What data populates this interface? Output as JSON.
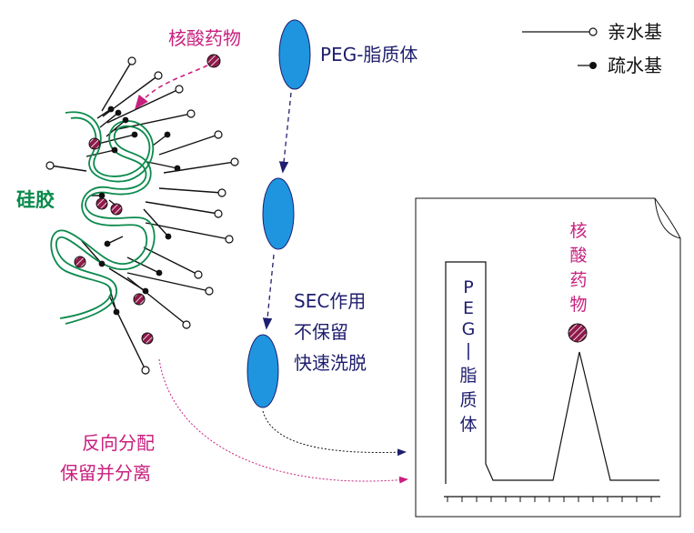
{
  "labels": {
    "nucleic_drug": "核酸药物",
    "peg_liposome": "PEG-脂质体",
    "silica_gel": "硅胶",
    "sec_line1": "SEC作用",
    "sec_line2": "不保留",
    "sec_line3": "快速洗脱",
    "reverse_line1": "反向分配",
    "reverse_line2": "保留并分离",
    "chrom_peg": [
      "P",
      "E",
      "G",
      "|",
      "脂",
      "质",
      "体"
    ],
    "chrom_drug": [
      "核",
      "酸",
      "药",
      "物"
    ]
  },
  "legend": {
    "hydrophilic": "亲水基",
    "hydrophobic": "疏水基"
  },
  "colors": {
    "magenta": "#c8207e",
    "navy": "#1f1e6e",
    "green": "#0b8a4c",
    "blue_fill": "#1f95e0",
    "drug_fill": "#8f1a4a"
  }
}
